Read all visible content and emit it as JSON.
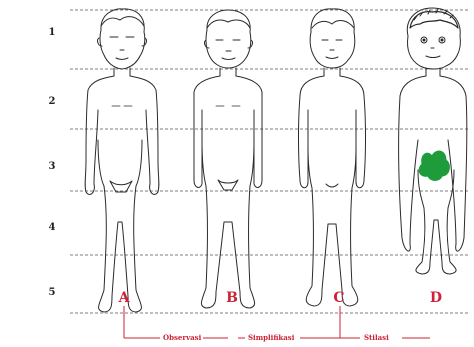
{
  "row_numbers": [
    "1",
    "2",
    "3",
    "4",
    "5"
  ],
  "figures": [
    {
      "letter": "A"
    },
    {
      "letter": "B"
    },
    {
      "letter": "C"
    },
    {
      "letter": "D"
    }
  ],
  "stages": [
    "Observasi",
    "Simplifikasi",
    "Stilasi"
  ],
  "colors": {
    "accent": "#cc2233",
    "highlight": "#1e9c3c",
    "line": "#2a2a2a",
    "guide": "#555555"
  }
}
